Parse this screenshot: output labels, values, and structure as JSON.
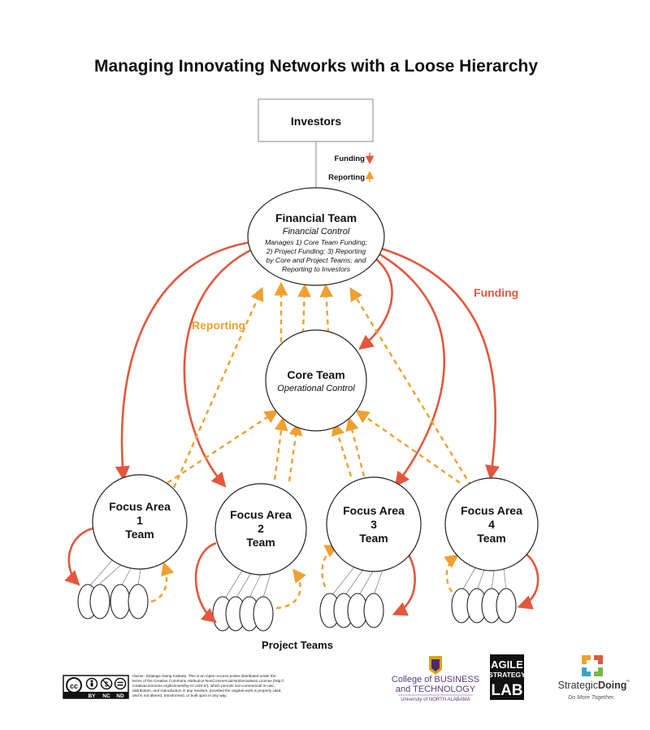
{
  "title": "Managing Innovating Networks with a Loose Hierarchy",
  "investors": {
    "label": "Investors"
  },
  "key": {
    "funding": "Funding",
    "reporting": "Reporting"
  },
  "financial_team": {
    "name": "Financial Team",
    "subtitle": "Financial Control",
    "description": [
      "Manages 1) Core Team Funding;",
      "2) Project Funding; 3) Reporting",
      "by Core and Project Teams; and",
      "Reporting to Investors"
    ]
  },
  "core_team": {
    "name": "Core Team",
    "subtitle": "Operational Control"
  },
  "labels": {
    "reporting": "Reporting",
    "funding": "Funding",
    "project_teams": "Project Teams"
  },
  "focus_areas": [
    {
      "line1": "Focus Area",
      "line2": "1",
      "line3": "Team"
    },
    {
      "line1": "Focus Area",
      "line2": "2",
      "line3": "Team"
    },
    {
      "line1": "Focus Area",
      "line2": "3",
      "line3": "Team"
    },
    {
      "line1": "Focus Area",
      "line2": "4",
      "line3": "Team"
    }
  ],
  "license": {
    "badge": "cc",
    "terms": [
      "BY",
      "NC",
      "ND"
    ],
    "text": [
      "Owner: Strategic Doing Institute. This is an Open-Access poster distributed under the",
      "terms of the Creative Commons Attribution-NonCommercial-NoDerivatives License (http://",
      "creativecommons.org/licenses/by-nc-nd/4.0/), which permits non-commercial re-use,",
      "distribution, and reproduction in any medium, provided the original work is properly cited,",
      "and is not altered, transformed, or built upon in any way."
    ]
  },
  "logos": {
    "una": {
      "line1": "College of BUSINESS",
      "line2": "and TECHNOLOGY",
      "line3": "University of NORTH ALABAMA"
    },
    "agile": {
      "line1": "AGILE",
      "line2": "STRATEGY",
      "line3": "LAB"
    },
    "strategic_doing": {
      "name_a": "Strategic",
      "name_b": "Doing",
      "tm": "™",
      "tagline": "Do More Together."
    }
  },
  "colors": {
    "funding": "#e4573d",
    "reporting": "#f0a030",
    "text": "#111111",
    "outline": "#222222"
  }
}
